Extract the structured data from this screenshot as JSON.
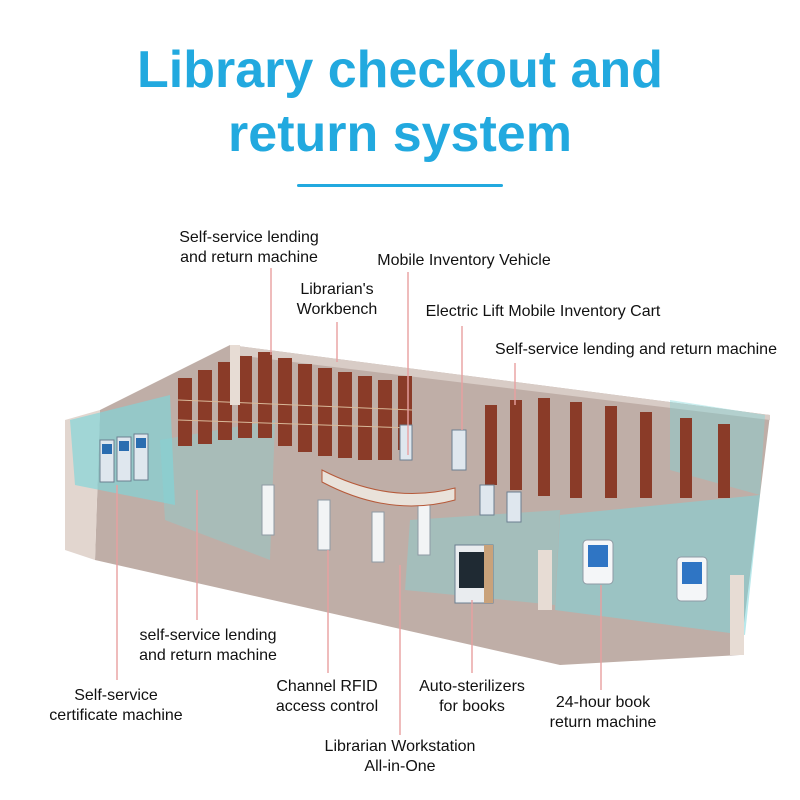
{
  "title": {
    "line1": "Library checkout and",
    "line2": "return system"
  },
  "colors": {
    "accent": "#22a9df",
    "leader": "#e8a0a0",
    "floor": "#bfaea7",
    "glass": "#7ed6da",
    "shelf": "#8a3b28"
  },
  "labels": {
    "self_service_lending_top": [
      "Self-service lending",
      "and return machine"
    ],
    "mobile_inventory_vehicle": "Mobile Inventory Vehicle",
    "librarians_workbench": [
      "Librarian's",
      "Workbench"
    ],
    "electric_lift_cart": "Electric Lift Mobile Inventory Cart",
    "self_service_lending_right": "Self-service lending and return machine",
    "self_service_lending_lower": [
      "self-service lending",
      "and return machine"
    ],
    "self_service_certificate": [
      "Self-service",
      "certificate machine"
    ],
    "channel_rfid": [
      "Channel RFID",
      "access control"
    ],
    "auto_sterilizers": [
      "Auto-sterilizers",
      "for books"
    ],
    "book_return_24h": [
      "24-hour book",
      "return machine"
    ],
    "librarian_workstation": [
      "Librarian Workstation",
      "All-in-One"
    ]
  }
}
